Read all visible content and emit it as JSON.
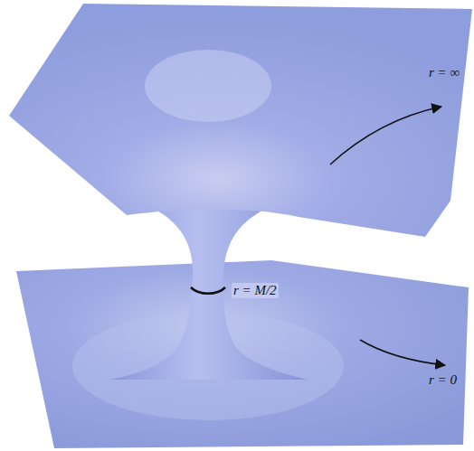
{
  "diagram": {
    "labels": [
      "r = ∞",
      "r = M/2",
      "r = 0"
    ]
  }
}
